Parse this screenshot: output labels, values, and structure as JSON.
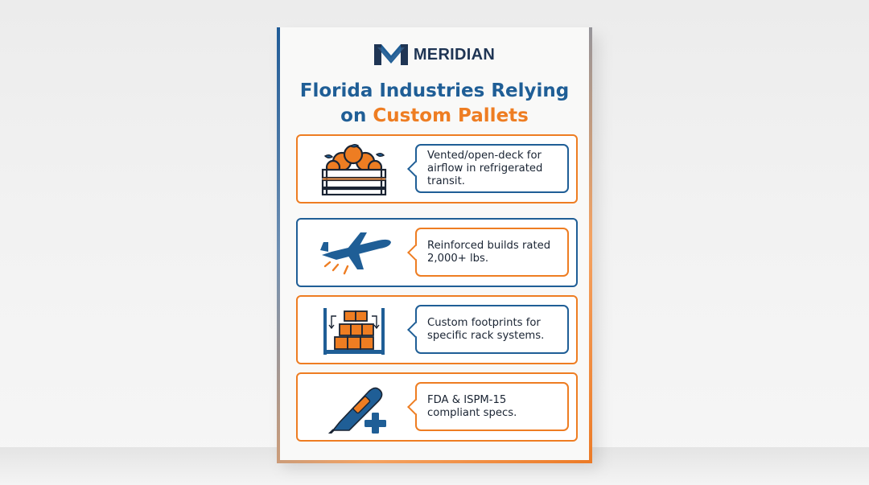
{
  "brand": {
    "name": "MERIDIAN",
    "colors": {
      "navy": "#1f3554",
      "blue": "#1f5e96",
      "orange": "#ee7d22"
    }
  },
  "title": {
    "line1": "Florida Industries Relying",
    "line2_lead": "on ",
    "line2_accent": "Custom Pallets"
  },
  "cards": [
    {
      "icon": "citrus-crate-icon",
      "text": "Vented/open-deck for airflow in refrigerated transit."
    },
    {
      "icon": "airplane-icon",
      "text": "Reinforced builds rated 2,000+ lbs."
    },
    {
      "icon": "warehouse-rack-boxes-icon",
      "text": "Custom footprints for specific rack systems."
    },
    {
      "icon": "thermometer-medical-cross-icon",
      "text": "FDA & ISPM-15 compliant specs."
    }
  ]
}
